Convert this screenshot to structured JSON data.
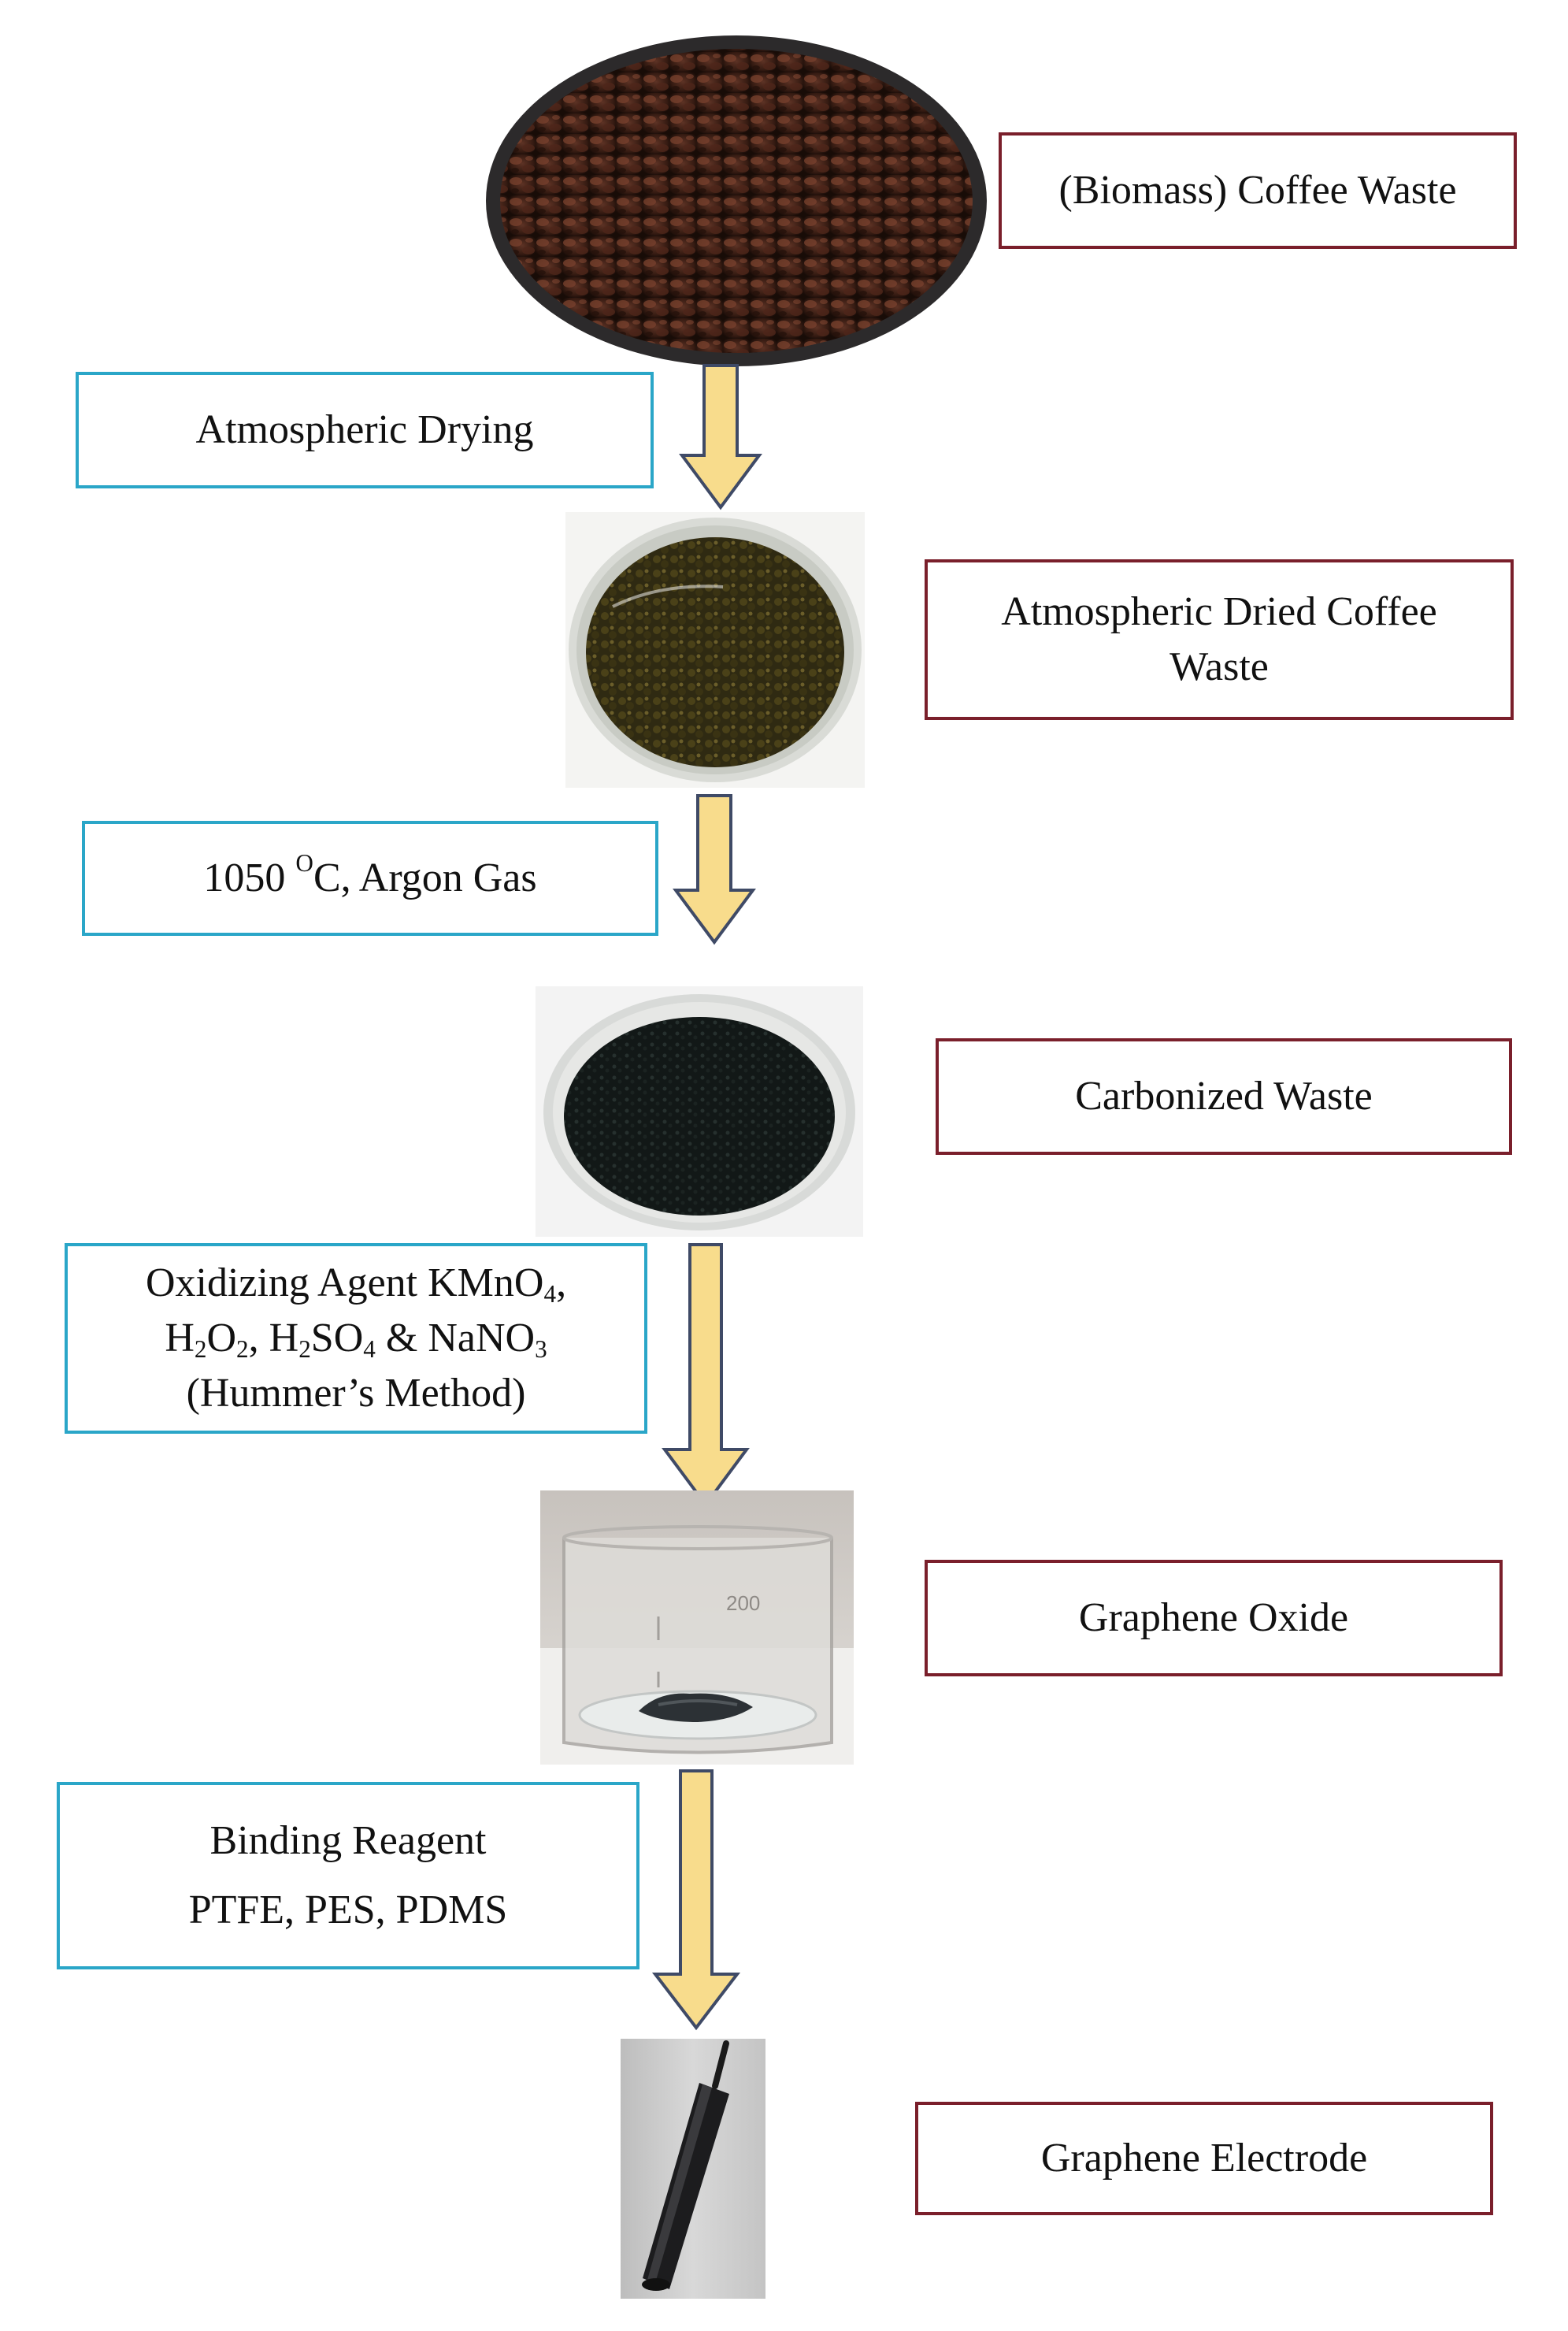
{
  "colors": {
    "product_border": "#7a1f2b",
    "process_border": "#2aa6c8",
    "arrow_fill": "#f8dc8c",
    "arrow_stroke": "#3f4a66"
  },
  "photos": [
    {
      "subject": "coffee-waste-dish"
    },
    {
      "subject": "dried-coffee-waste-dish"
    },
    {
      "subject": "carbonized-waste-dish"
    },
    {
      "subject": "graphene-oxide-beaker"
    },
    {
      "subject": "graphene-electrode"
    }
  ],
  "products": [
    {
      "lines": [
        "(Biomass) Coffee Waste"
      ]
    },
    {
      "lines": [
        "Atmospheric Dried Coffee",
        "Waste"
      ]
    },
    {
      "lines": [
        "Carbonized Waste"
      ]
    },
    {
      "lines": [
        "Graphene Oxide"
      ]
    },
    {
      "lines": [
        "Graphene Electrode"
      ]
    }
  ],
  "steps": [
    {
      "lines": [
        "Atmospheric Drying"
      ]
    },
    {
      "temp_value": "1050 ",
      "temp_sup": "O",
      "temp_rest": "C, Argon Gas"
    },
    {
      "line1_text": "Oxidizing Agent KMnO",
      "line1_sub": "4",
      "line1_end": ",",
      "line2": [
        {
          "t": "H",
          "s": "2"
        },
        {
          "t": "O",
          "s": "2"
        },
        {
          "t": ", H",
          "s": "2"
        },
        {
          "t": "SO",
          "s": "4"
        },
        {
          "t": " & NaNO",
          "s": "3"
        }
      ],
      "line3": "(Hummer’s Method)"
    },
    {
      "lines": [
        "Binding Reagent",
        "PTFE, PES, PDMS"
      ]
    }
  ],
  "beaker_mark": "200"
}
